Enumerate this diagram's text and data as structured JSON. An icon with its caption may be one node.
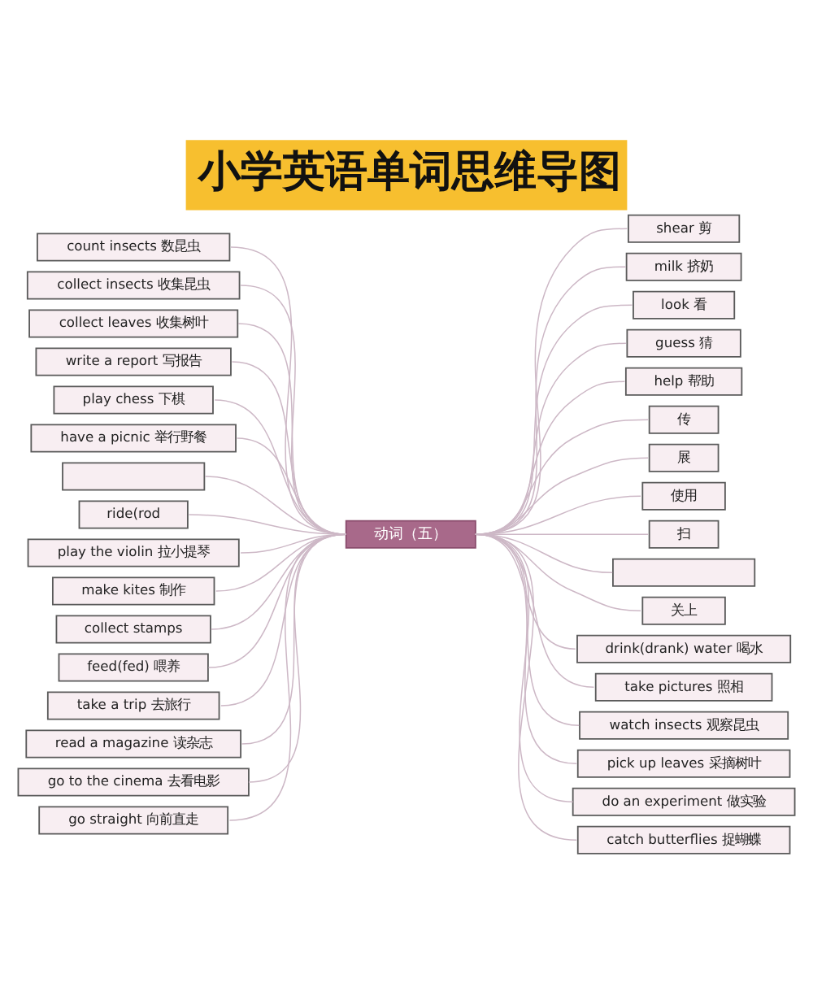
{
  "diagram": {
    "title": "小学英语单词思维导图",
    "nodes": [
      {
        "text": [
          "动词（五）"
        ]
      },
      {
        "text": [
          "count insects 数昆虫"
        ]
      },
      {
        "text": [
          "collect insects 收集昆虫"
        ]
      },
      {
        "text": [
          "collect leaves 收集树叶"
        ]
      },
      {
        "text": [
          "write a report 写报告"
        ]
      },
      {
        "text": [
          "play chess 下棋"
        ]
      },
      {
        "text": [
          "have a picnic 举行野餐"
        ]
      },
      {
        "text": [],
        "shape": "box"
      },
      {
        "text": [
          "ride(rod"
        ]
      },
      {
        "text": [
          "play the violin 拉小提琴"
        ]
      },
      {
        "text": [
          "make kites 制作"
        ]
      },
      {
        "text": [
          "collect stamps"
        ]
      },
      {
        "text": [
          "feed(fed) 喂养"
        ]
      },
      {
        "text": [
          "take a trip 去旅行"
        ]
      },
      {
        "text": [
          "read a magazine 读杂志"
        ]
      },
      {
        "text": [
          "go to the cinema 去看电影"
        ]
      },
      {
        "text": [
          "go straight 向前直走"
        ]
      },
      {
        "text": [
          "shear 剪"
        ]
      },
      {
        "text": [
          "milk 挤奶"
        ]
      },
      {
        "text": [
          "look 看"
        ]
      },
      {
        "text": [
          "guess 猜"
        ]
      },
      {
        "text": [
          "help 帮助"
        ]
      },
      {
        "text": [
          "传"
        ]
      },
      {
        "text": [
          "展"
        ]
      },
      {
        "text": [
          "使用"
        ]
      },
      {
        "text": [
          "扫"
        ]
      },
      {
        "text": [],
        "shape": "box"
      },
      {
        "text": [
          "关上"
        ]
      },
      {
        "text": [
          "drink(drank) water 喝水"
        ]
      },
      {
        "text": [
          "take pictures 照相"
        ]
      },
      {
        "text": [
          "watch insects 观察昆虫"
        ]
      },
      {
        "text": [
          "pick up leaves 采摘树叶"
        ]
      },
      {
        "text": [
          "do an experiment 做实验"
        ]
      },
      {
        "text": [
          "catch butterflies 捉蝴蝶"
        ]
      }
    ],
    "edges": [
      {
        "from": 1,
        "to": 0,
        "arrow": "none"
      },
      {
        "from": 2,
        "to": 0,
        "arrow": "none"
      },
      {
        "from": 3,
        "to": 0,
        "arrow": "none"
      },
      {
        "from": 4,
        "to": 0,
        "arrow": "none"
      },
      {
        "from": 5,
        "to": 0,
        "arrow": "none"
      },
      {
        "from": 6,
        "to": 0,
        "arrow": "none"
      },
      {
        "from": 7,
        "to": 0,
        "arrow": "none"
      },
      {
        "from": 8,
        "to": 0,
        "arrow": "none"
      },
      {
        "from": 9,
        "to": 0,
        "arrow": "none"
      },
      {
        "from": 10,
        "to": 0,
        "arrow": "none"
      },
      {
        "from": 11,
        "to": 0,
        "arrow": "none"
      },
      {
        "from": 12,
        "to": 0,
        "arrow": "none"
      },
      {
        "from": 13,
        "to": 0,
        "arrow": "none"
      },
      {
        "from": 14,
        "to": 0,
        "arrow": "none"
      },
      {
        "from": 15,
        "to": 0,
        "arrow": "none"
      },
      {
        "from": 16,
        "to": 0,
        "arrow": "none"
      },
      {
        "from": 0,
        "to": 17,
        "arrow": "none"
      },
      {
        "from": 0,
        "to": 18,
        "arrow": "none"
      },
      {
        "from": 0,
        "to": 19,
        "arrow": "none"
      },
      {
        "from": 0,
        "to": 20,
        "arrow": "none"
      },
      {
        "from": 0,
        "to": 21,
        "arrow": "none"
      },
      {
        "from": 0,
        "to": 22,
        "arrow": "none"
      },
      {
        "from": 0,
        "to": 23,
        "arrow": "none"
      },
      {
        "from": 0,
        "to": 24,
        "arrow": "none"
      },
      {
        "from": 0,
        "to": 25,
        "arrow": "none"
      },
      {
        "from": 0,
        "to": 26,
        "arrow": "none"
      },
      {
        "from": 0,
        "to": 27,
        "arrow": "none"
      },
      {
        "from": 0,
        "to": 28,
        "arrow": "none"
      },
      {
        "from": 0,
        "to": 29,
        "arrow": "none"
      },
      {
        "from": 0,
        "to": 30,
        "arrow": "none"
      },
      {
        "from": 0,
        "to": 31,
        "arrow": "none"
      },
      {
        "from": 0,
        "to": 32,
        "arrow": "none"
      },
      {
        "from": 0,
        "to": 33,
        "arrow": "none"
      }
    ]
  }
}
